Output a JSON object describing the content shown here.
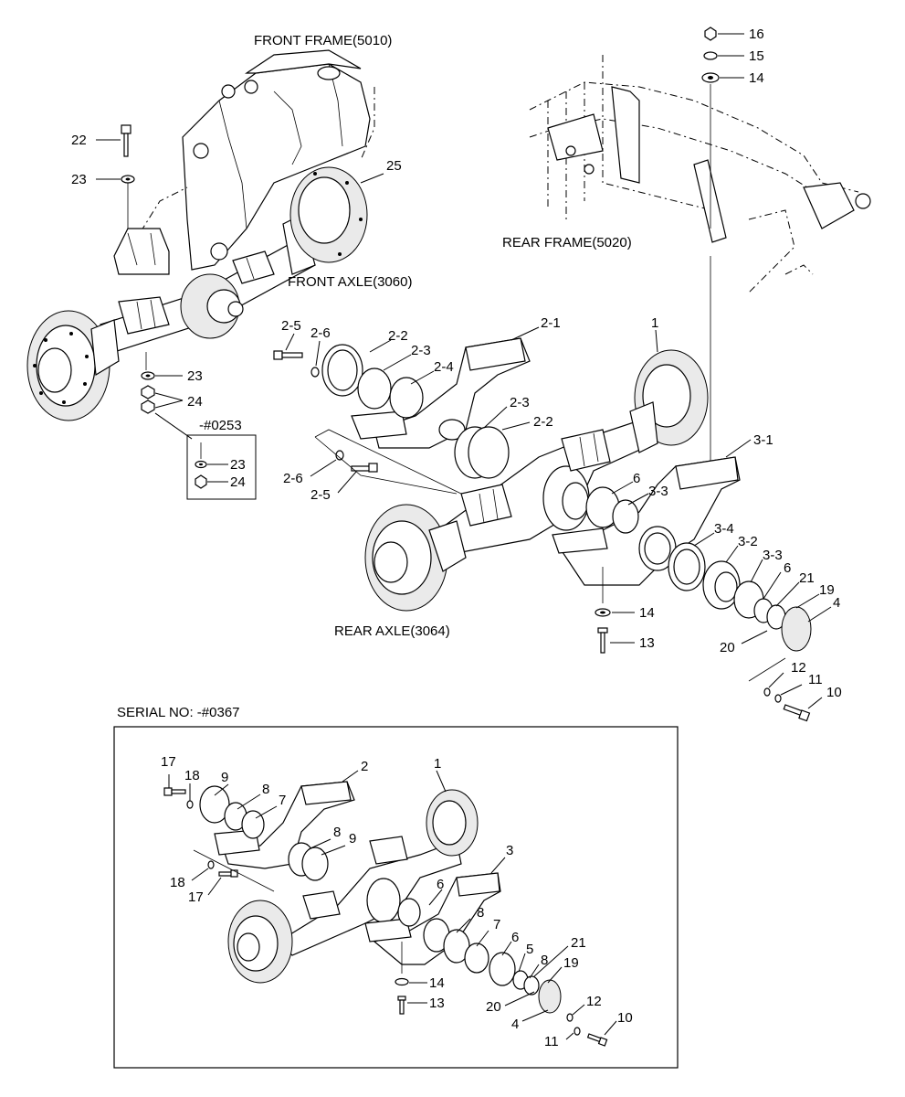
{
  "titles": {
    "front_frame": "FRONT FRAME(5010)",
    "rear_frame": "REAR FRAME(5020)",
    "front_axle": "FRONT AXLE(3060)",
    "rear_axle": "REAR AXLE(3064)",
    "serial_no": "SERIAL NO: -#0367",
    "serial_inset": "-#0253"
  },
  "callouts": {
    "c16": "16",
    "c15": "15",
    "c14a": "14",
    "c22": "22",
    "c23a": "23",
    "c25": "25",
    "c23b": "23",
    "c24a": "24",
    "c23c": "23",
    "c24b": "24",
    "c2_5a": "2-5",
    "c2_6a": "2-6",
    "c2_2a": "2-2",
    "c2_3a": "2-3",
    "c2_4": "2-4",
    "c2_1": "2-1",
    "c1a": "1",
    "c2_3b": "2-3",
    "c2_2b": "2-2",
    "c2_6b": "2-6",
    "c2_5b": "2-5",
    "c3_1": "3-1",
    "c6a": "6",
    "c3_3a": "3-3",
    "c3_4": "3-4",
    "c3_2": "3-2",
    "c3_3b": "3-3",
    "c6b": "6",
    "c21a": "21",
    "c19a": "19",
    "c4a": "4",
    "c20a": "20",
    "c14b": "14",
    "c13a": "13",
    "c12a": "12",
    "c11a": "11",
    "c10a": "10",
    "c17a": "17",
    "c18a": "18",
    "c9a": "9",
    "c8a": "8",
    "c7a": "7",
    "c2": "2",
    "c1b": "1",
    "c8b": "8",
    "c9b": "9",
    "c3": "3",
    "c18b": "18",
    "c17b": "17",
    "c6c": "6",
    "c8c": "8",
    "c7b": "7",
    "c6d": "6",
    "c5": "5",
    "c8d": "8",
    "c21b": "21",
    "c19b": "19",
    "c14c": "14",
    "c13b": "13",
    "c20b": "20",
    "c4b": "4",
    "c12b": "12",
    "c11b": "11",
    "c10b": "10"
  }
}
